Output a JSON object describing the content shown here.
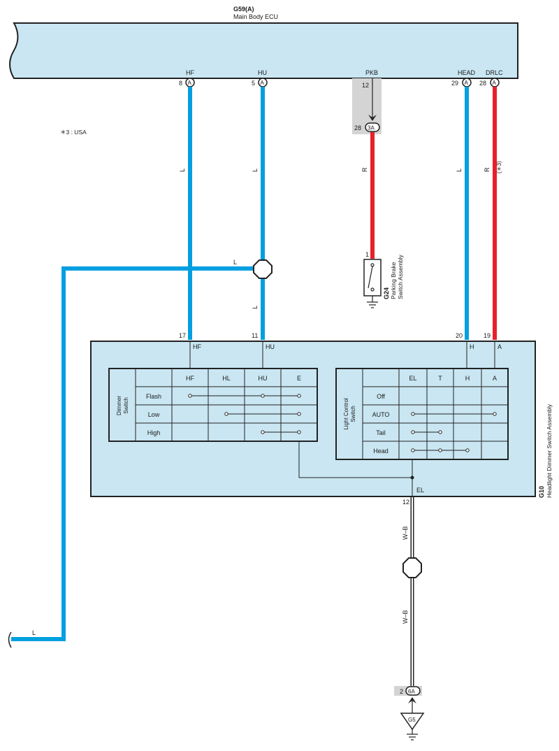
{
  "ecu": {
    "code": "G59(A)",
    "name": "Main Body ECU",
    "pins": [
      {
        "label": "HF",
        "num": "8",
        "conn": "A"
      },
      {
        "label": "HU",
        "num": "5",
        "conn": "A"
      },
      {
        "label": "PKB",
        "num": "12"
      },
      {
        "label": "HEAD",
        "num": "29",
        "conn": "A"
      },
      {
        "label": "DRLC",
        "num": "28",
        "conn": "A"
      }
    ]
  },
  "note": "＊3 : USA",
  "wires": {
    "hf": "L",
    "hu_upper": "L",
    "hu_lower": "L",
    "branch": "L",
    "left_return": "L",
    "pkb": "R",
    "head": "L",
    "drlc": "R",
    "drlc_note": "(＊3)",
    "ground_upper": "W–B",
    "ground_lower": "W–B"
  },
  "connector_3a": {
    "num": "28",
    "conn": "3A"
  },
  "parking_brake": {
    "code": "G24",
    "name_line1": "Parking Brake",
    "name_line2": "Switch Assembly",
    "pin": "1"
  },
  "headlight_switch": {
    "code": "G10",
    "name": "Headlight Dimmer Switch Assembly",
    "top_pins": [
      {
        "num": "17",
        "label": "HF"
      },
      {
        "num": "11",
        "label": "HU"
      },
      {
        "num": "20",
        "label": "H"
      },
      {
        "num": "19",
        "label": "A"
      }
    ],
    "bottom_pin": {
      "num": "12",
      "label": "EL"
    },
    "dimmer": {
      "title_line1": "Dimmer",
      "title_line2": "Switch",
      "columns": [
        "HF",
        "HL",
        "HU",
        "E"
      ],
      "rows": [
        "Flash",
        "Low",
        "High"
      ]
    },
    "light_control": {
      "title_line1": "Light Control",
      "title_line2": "Switch",
      "columns": [
        "EL",
        "T",
        "H",
        "A"
      ],
      "rows": [
        "Off",
        "AUTO",
        "Tail",
        "Head"
      ]
    }
  },
  "connector_6a": {
    "num": "2",
    "conn": "6A"
  },
  "ground": {
    "code": "G5"
  },
  "colors": {
    "body_fill": "#c9e6f2",
    "blue_wire": "#00a0e0",
    "red_wire": "#e8202a",
    "connector_shade": "#d4d4d4"
  }
}
